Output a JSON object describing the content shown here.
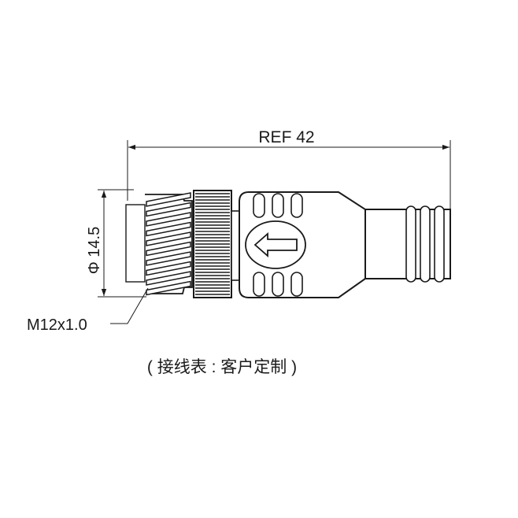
{
  "drawing": {
    "overall_length_label": "REF 42",
    "diameter_label": "Φ 14.5",
    "thread_label": "M12x1.0",
    "note": "( 接线表 : 客户定制 )"
  },
  "colors": {
    "line": "#1a1a1a",
    "background": "#ffffff"
  }
}
